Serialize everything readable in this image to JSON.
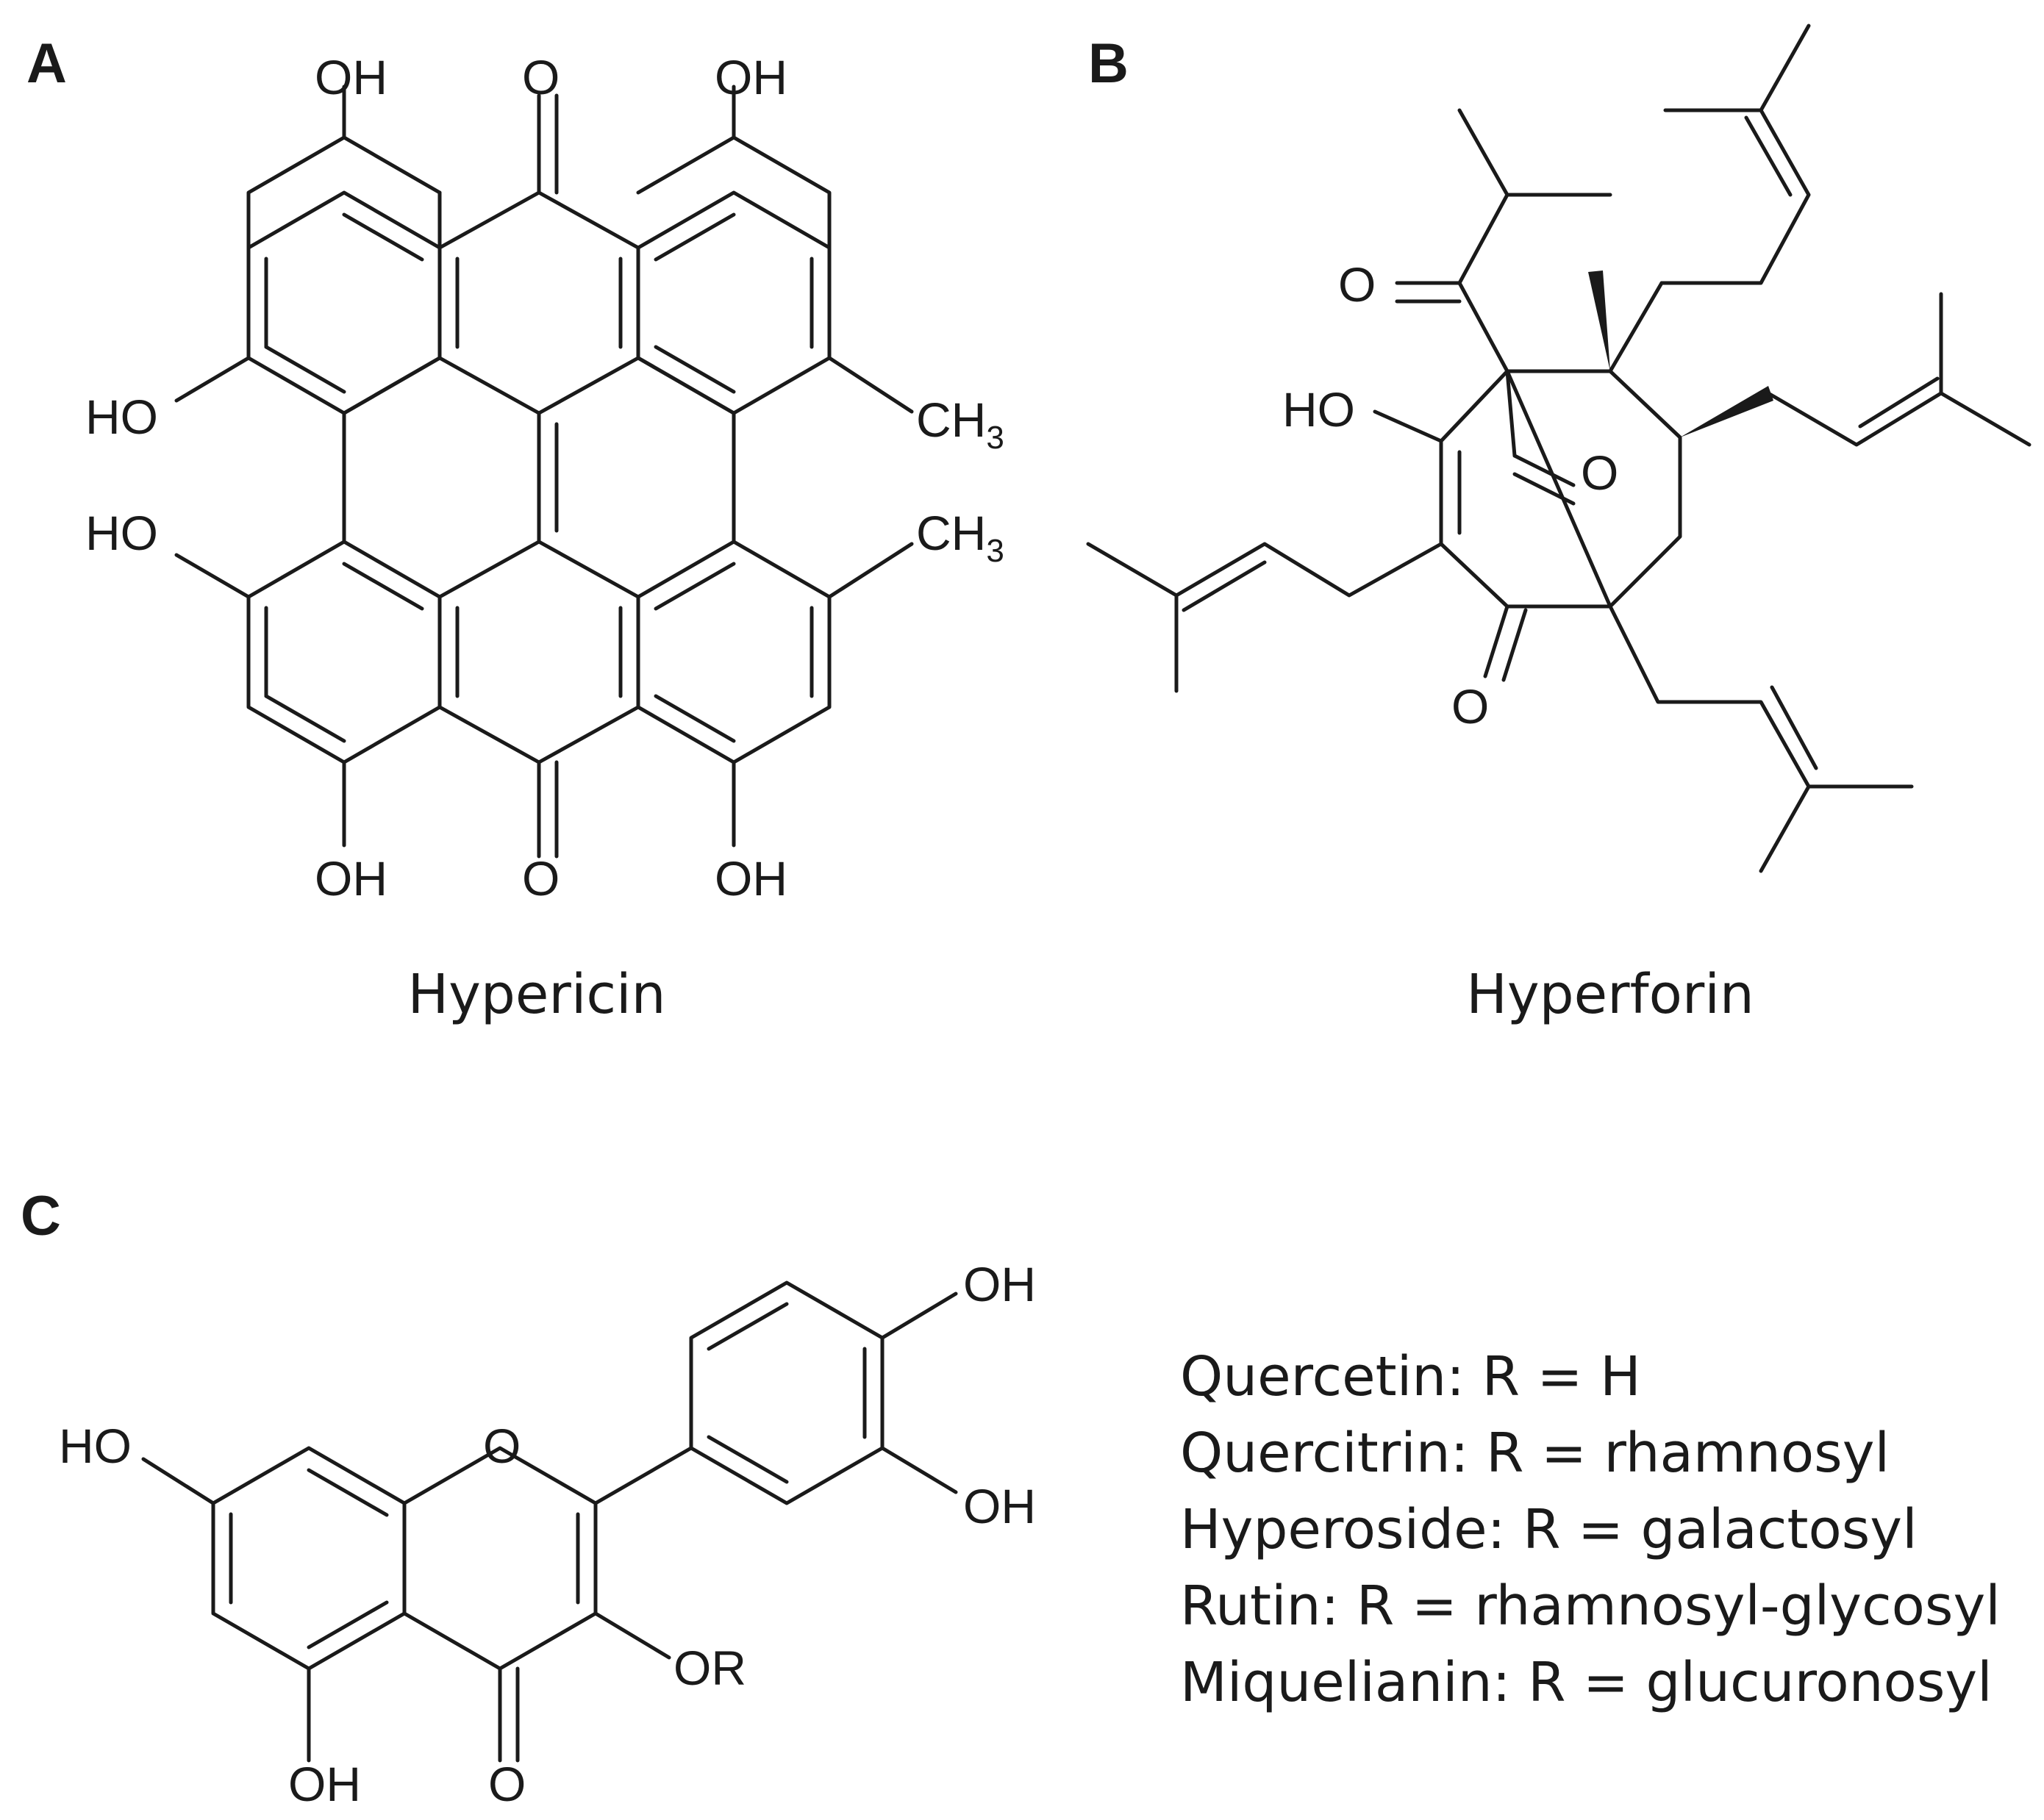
{
  "panels": {
    "a": {
      "letter": "A",
      "name": "Hypericin",
      "atoms": {
        "oh_top_left": "OH",
        "o_top": "O",
        "oh_top_right": "OH",
        "ho_mid_upper": "HO",
        "ho_mid_lower": "HO",
        "ch3_upper": "CH",
        "ch3_upper_sub": "3",
        "ch3_lower": "CH",
        "ch3_lower_sub": "3",
        "oh_bottom_left": "OH",
        "o_bottom": "O",
        "oh_bottom_right": "OH"
      }
    },
    "b": {
      "letter": "B",
      "name": "Hyperforin",
      "atoms": {
        "o_acyl": "O",
        "ho": "HO",
        "o_bridge": "O",
        "o_ketone": "O"
      }
    },
    "c": {
      "letter": "C",
      "atoms": {
        "oh_top": "OH",
        "oh_mid": "OH",
        "ho_left": "HO",
        "o_ring": "O",
        "or": "OR",
        "o_carbonyl": "O",
        "oh_bottom": "OH"
      },
      "legend": [
        "Quercetin: R = H",
        "Quercitrin: R = rhamnosyl",
        "Hyperoside: R = galactosyl",
        "Rutin: R = rhamnosyl-glycosyl",
        "Miquelianin: R = glucuronosyl"
      ]
    }
  }
}
